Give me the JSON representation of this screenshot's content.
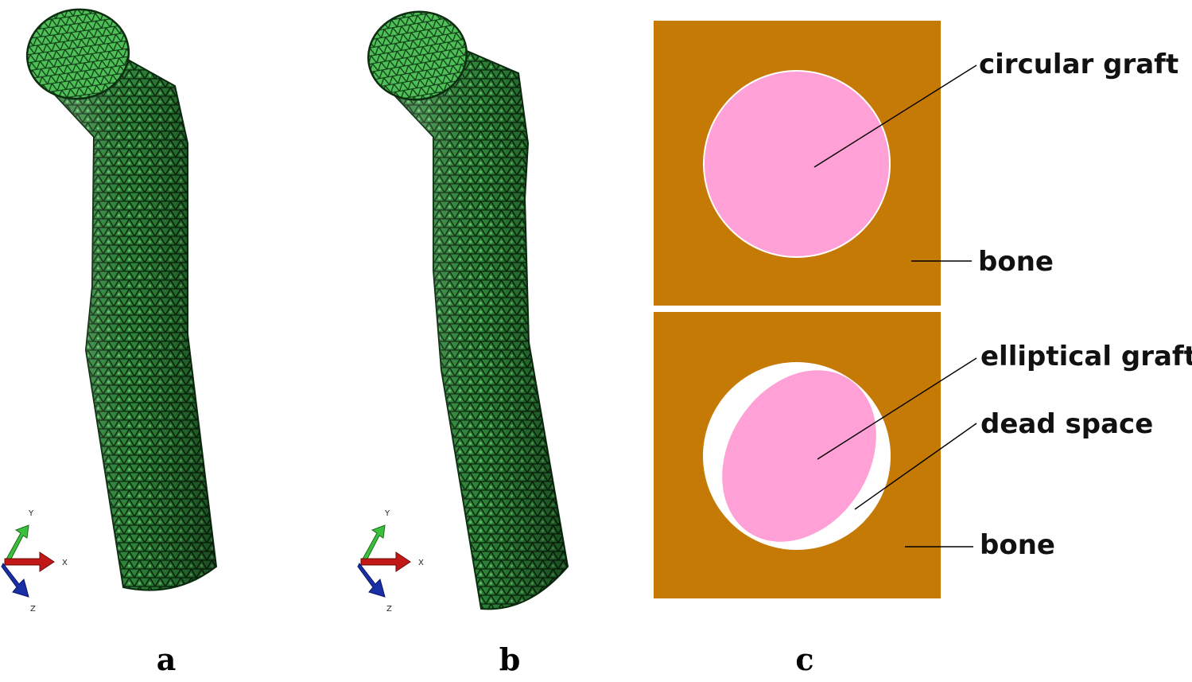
{
  "panels": {
    "a": {
      "letter": "a"
    },
    "b": {
      "letter": "b"
    },
    "c": {
      "letter": "c",
      "top": {
        "graft_label": "circular graft",
        "bone_label": "bone"
      },
      "bottom": {
        "graft_label": "elliptical graft",
        "dead_space_label": "dead space",
        "bone_label": "bone"
      }
    }
  },
  "triad_labels": {
    "y": "Y",
    "x": "X",
    "z": "Z"
  },
  "colors": {
    "mesh_green": "#3aa646",
    "mesh_dark": "#0f3d16",
    "bone": "#c67a06",
    "graft": "#ffa0d6",
    "dead_space": "#ffffff"
  }
}
